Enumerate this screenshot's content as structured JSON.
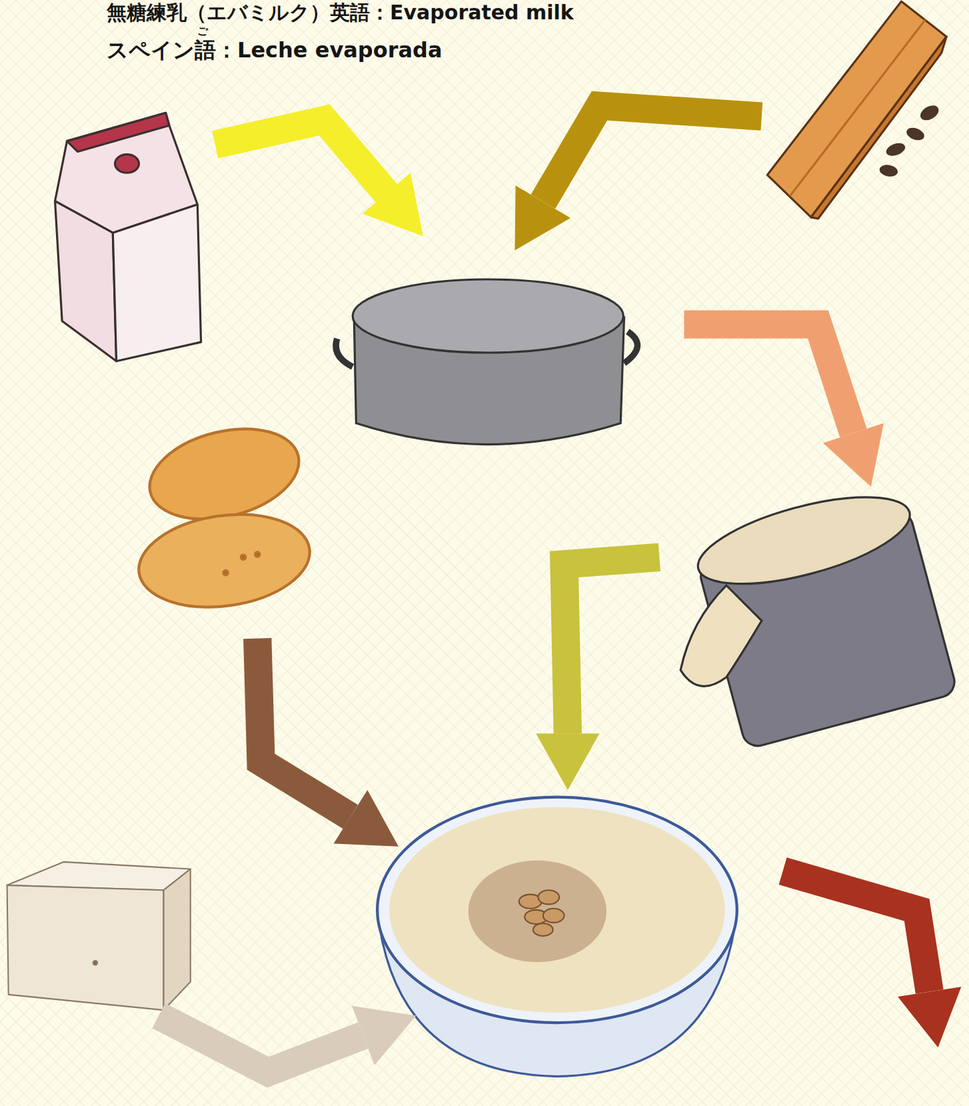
{
  "diagram": {
    "labels": [
      "無糖練乳（エバミルク）英語：Evaporated milk",
      "ご",
      "スペイン語：Leche evaporada"
    ]
  }
}
